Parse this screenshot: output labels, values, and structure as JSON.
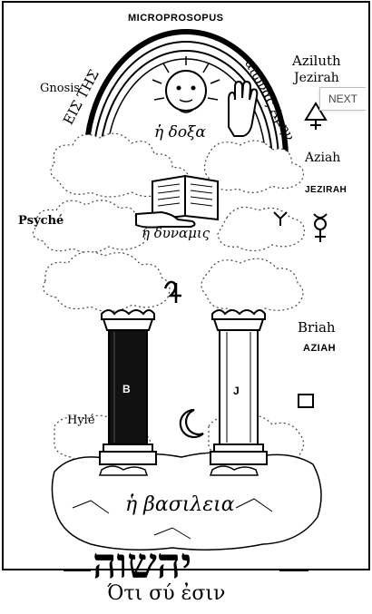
{
  "labels": {
    "title": "MICROPROSOPUS",
    "gnosis": "Gnosis",
    "eis_ths": "ΕΙΣ ΤΗΣ",
    "aionas": "αιωνας Αμην",
    "aziluth": "Aziluth",
    "jezirah_italic": "Jezirah",
    "e_doxa": "ἡ δοξα",
    "aziah": "Aziah",
    "jezirah_caps": "JEZIRAH",
    "psyche": "Psyché",
    "e_dynamis": "ἡ δυναμις",
    "briah": "Briah",
    "aziah_caps": "AZIAH",
    "pillar_b": "B",
    "pillar_j": "J",
    "hyle": "Hylé",
    "basileia": "ἡ βασιλεια",
    "hebrew": "יהשוה",
    "greek_bottom": "Ότι σύ ἐσιν"
  },
  "symbols": {
    "sulphur": "sulphur-icon",
    "mercury": "mercury-icon",
    "salt": "salt-icon",
    "moon": "moon-icon"
  },
  "nav": {
    "next_label": "NEXT"
  }
}
